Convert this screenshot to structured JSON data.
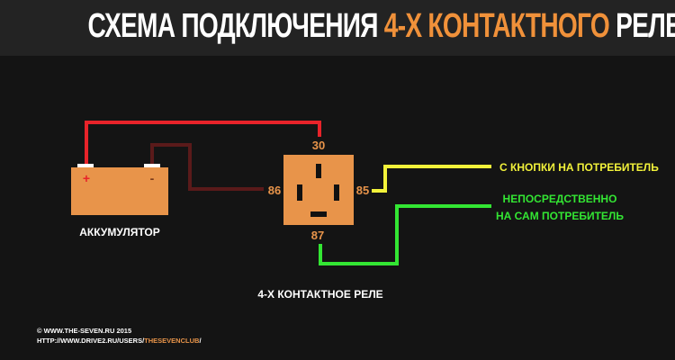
{
  "title": {
    "part1": "СХЕМА ПОДКЛЮЧЕНИЯ ",
    "highlight": "4-Х КОНТАКТНОГО",
    "part2": " РЕЛЕ"
  },
  "battery": {
    "label": "АККУМУЛЯТОР",
    "plus": "+",
    "minus": "-"
  },
  "relay": {
    "label": "4-Х КОНТАКТНОЕ РЕЛЕ",
    "pins": {
      "p30": "30",
      "p86": "86",
      "p85": "85",
      "p87": "87"
    }
  },
  "outputs": {
    "yellow": "С КНОПКИ НА ПОТРЕБИТЕЛЬ",
    "green_line1": "НЕПОСРЕДСТВЕННО",
    "green_line2": "НА САМ ПОТРЕБИТЕЛЬ"
  },
  "footer": {
    "line1": "© WWW.THE-SEVEN.RU  2015",
    "line2_prefix": "HTTP://WWW.DRIVE2.RU/USERS/",
    "line2_highlight": "THESEVENCLUB",
    "line2_suffix": "/"
  },
  "colors": {
    "orange": "#e8944a",
    "red": "#e8232a",
    "darkred": "#5a1a1a",
    "yellow": "#f2f23a",
    "green": "#33e633",
    "background": "#141414"
  }
}
